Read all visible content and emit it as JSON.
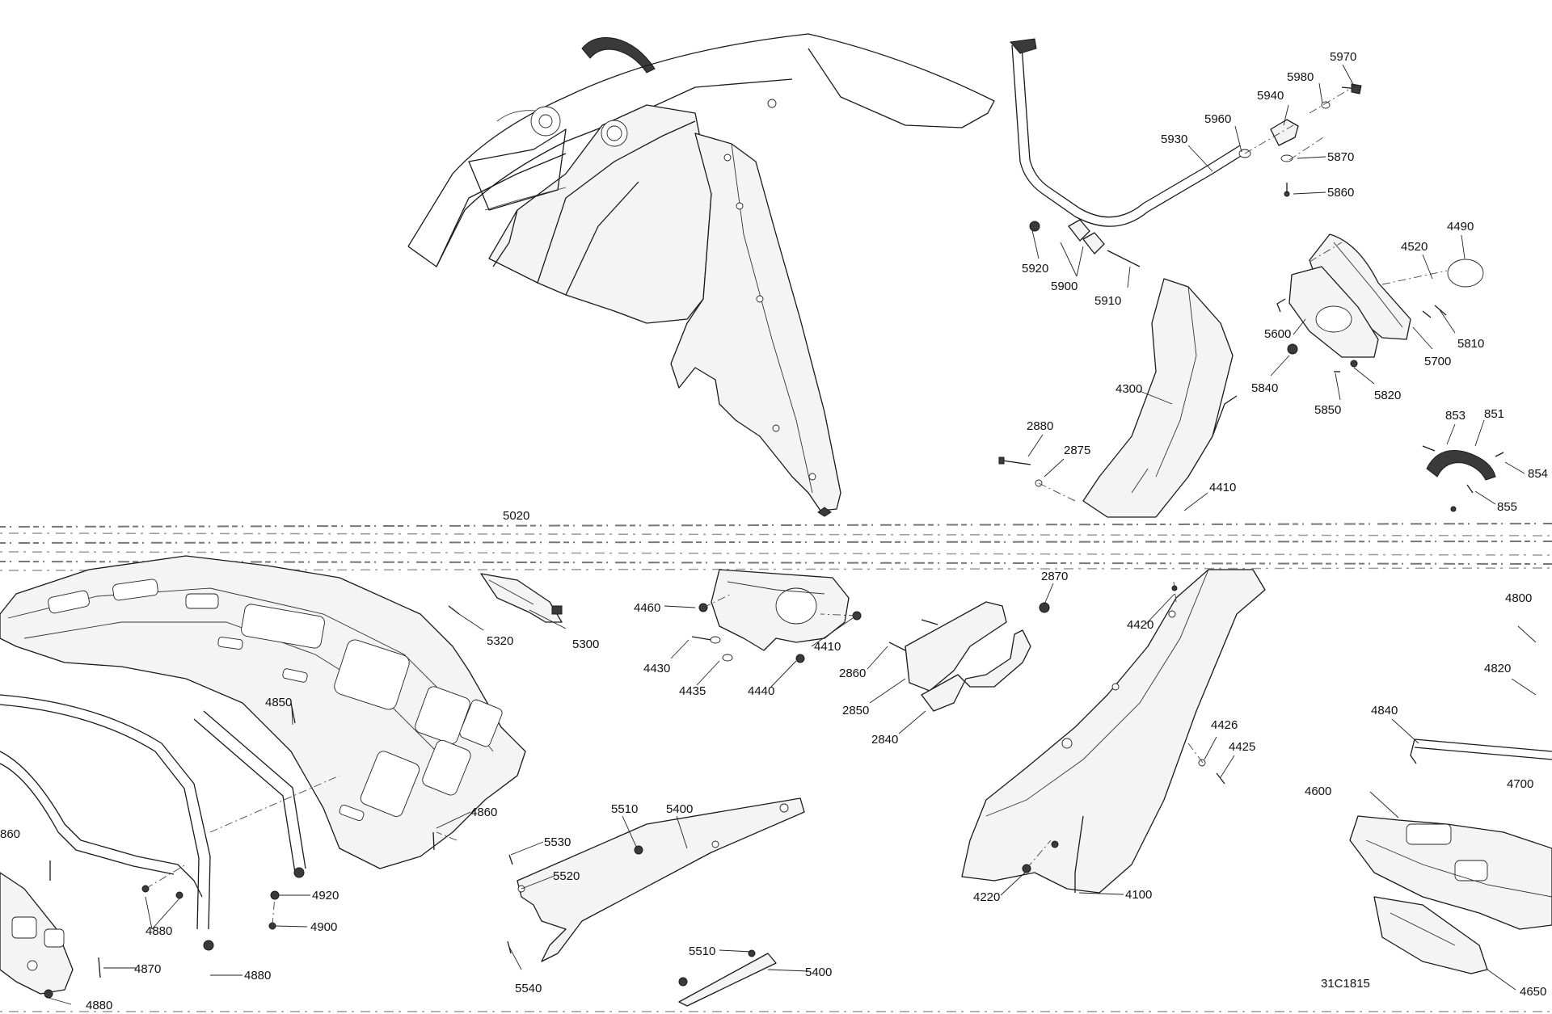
{
  "diagram": {
    "reference": "31C1815",
    "callouts": {
      "c5970": "5970",
      "c5980": "5980",
      "c5940": "5940",
      "c5960": "5960",
      "c5930": "5930",
      "c5870": "5870",
      "c5860": "5860",
      "c5920": "5920",
      "c5900": "5900",
      "c5910": "5910",
      "c4490": "4490",
      "c4520": "4520",
      "c5600": "5600",
      "c5700": "5700",
      "c5810": "5810",
      "c5840": "5840",
      "c5850": "5850",
      "c5820": "5820",
      "c4300": "4300",
      "c2880": "2880",
      "c2875": "2875",
      "c4410a": "4410",
      "c853": "853",
      "c851": "851",
      "c854": "854",
      "c855": "855",
      "c5020": "5020",
      "c2870": "2870",
      "c4460": "4460",
      "c4430": "4430",
      "c4435": "4435",
      "c4440": "4440",
      "c4410b": "4410",
      "c2860a": "2860",
      "c2850": "2850",
      "c2840": "2840",
      "c4420": "4420",
      "c5320": "5320",
      "c5300": "5300",
      "c4850": "4850",
      "c4800": "4800",
      "c4820": "4820",
      "c4840": "4840",
      "c4700": "4700",
      "c4426": "4426",
      "c4425": "4425",
      "c4600": "4600",
      "c4860a": "4860",
      "c4860b": "860",
      "c5510a": "5510",
      "c5400a": "5400",
      "c5530": "5530",
      "c5520": "5520",
      "c4920": "4920",
      "c4900": "4900",
      "c4880a": "4880",
      "c4870": "4870",
      "c4880b": "4880",
      "c4880c": "4880",
      "c5540": "5540",
      "c5510b": "5510",
      "c5400b": "5400",
      "c4220": "4220",
      "c4100": "4100",
      "c4650": "4650"
    }
  }
}
